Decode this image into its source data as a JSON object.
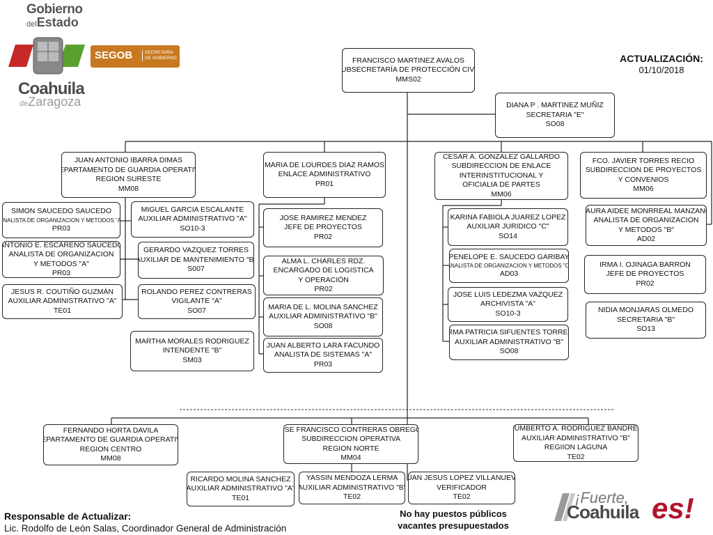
{
  "logo": {
    "gobierno_line1": "Gobierno",
    "gobierno_del": "del",
    "gobierno_line2": "Estado",
    "segob": "SEGOB",
    "segob_sub1": "SECRETARÍA",
    "segob_sub2": "DE GOBIERNO",
    "state": "Coahuila",
    "state_de": "de",
    "state_sub": "Zaragoza"
  },
  "update": {
    "label": "ACTUALIZACIÓN:",
    "date": "01/10/2018"
  },
  "nodes": {
    "root": [
      "FRANCISCO  MARTINEZ AVALOS",
      "SUBSECRETARÍA DE  PROTECCIÓN CIVIL",
      "MMS02"
    ],
    "secretaria": [
      "DIANA  P . MARTINEZ MUÑIZ",
      "SECRETARIA \"E\"",
      "SO08"
    ],
    "guardia_sureste": [
      "JUAN ANTONIO IBARRA DIMAS",
      "DEPARTAMENTO DE GUARDIA OPERATIVA",
      "REGION SURESTE",
      "MM08"
    ],
    "enlace_admin": [
      "MARIA DE LOURDES DIAZ RAMOS",
      "ENLACE ADMINISTRATIVO",
      "PR01"
    ],
    "sub_enlace": [
      "CESAR A. GONZALEZ GALLARDO",
      "SUBDIRECCION  DE ENLACE",
      "INTERINSTITUCIONAL Y",
      "OFICIALIA DE PARTES",
      "MM06"
    ],
    "sub_proyectos": [
      "FCO. JAVIER TORRES RECIO",
      "SUBDIRECCION DE PROYECTOS",
      "Y CONVENIOS",
      "MM06"
    ],
    "simon": [
      "SIMON SAUCEDO SAUCEDO",
      "ANALISTA DE ORGANIZACION Y METODOS \"A\"",
      "PR03"
    ],
    "antonio": [
      "ANTONIO E.  ESCAREÑO SAUCEDO",
      "ANALISTA DE ORGANIZACION",
      "Y METODOS \"A\"",
      "PR03"
    ],
    "jesus": [
      "JESUS  R.  COUTIÑO GUZMÁN",
      "AUXILIAR ADMINISTRATIVO \"A\"",
      "TE01"
    ],
    "miguel": [
      "MIGUEL GARCIA ESCALANTE",
      "AUXILIAR ADMINISTRATIVO \"A\"",
      "SO10-3"
    ],
    "gerardo": [
      "GERARDO VAZQUEZ TORRES",
      "AUXILIAR DE MANTENIMIENTO \"B\"",
      "S007"
    ],
    "rolando": [
      "ROLANDO PEREZ CONTRERAS",
      "VIGILANTE \"A\"",
      "SO07"
    ],
    "martha": [
      "MARTHA MORALES RODRIGUEZ",
      "INTENDENTE \"B\"",
      "SM03"
    ],
    "jose_ramirez": [
      "JOSE RAMIREZ MENDEZ",
      "JEFE DE PROYECTOS",
      "PR02"
    ],
    "alma": [
      "ALMA L. CHARLES  RDZ.",
      "ENCARGADO DE LOGISTICA",
      "Y OPERACIÓN",
      "PR02"
    ],
    "maria_molina": [
      "MARIA DE L. MOLINA SANCHEZ",
      "AUXILIAR ADMINISTRATIVO \"B\"",
      "SO08"
    ],
    "juan_lara": [
      "JUAN ALBERTO LARA FACUNDO",
      "ANALISTA DE SISTEMAS \"A\"",
      "PR03"
    ],
    "karina": [
      "KARINA FABIOLA JUAREZ LOPEZ",
      "AUXILIAR JURIDICO \"C\"",
      "SO14"
    ],
    "penelope": [
      "PENELOPE E. SAUCEDO GARIBAY",
      "ANALISTA DE ORGANIZACION Y METODOS \"C\"",
      "AD03"
    ],
    "jose_ledezma": [
      "JOSE LUIS LEDEZMA VAZQUEZ",
      "ARCHIVISTA \"A\"",
      "SO10-3"
    ],
    "irma_torres": [
      "IRMA PATRICIA SIFUENTES TORRES",
      "AUXILIAR ADMINISTRATIVO \"B\"",
      "SO08"
    ],
    "laura": [
      "LAURA AIDEE MONRREAL MANZANO",
      "ANALISTA DE ORGANIZACION",
      "Y METODOS \"B\"",
      "AD02"
    ],
    "irma_barron": [
      "IRMA I. OJINAGA BARRON",
      "JEFE DE PROYECTOS",
      "PR02"
    ],
    "nidia": [
      "NIDIA MONJARAS OLMEDO",
      "SECRETARIA \"B\"",
      "SO13"
    ],
    "fernando": [
      "FERNANDO HORTA DAVILA",
      "DEPARTAMENTO DE GUARDIA OPERATIVA",
      "REGION CENTRO",
      "MM08"
    ],
    "sub_operativa": [
      "JOSE FRANCISCO CONTRERAS OBREGON",
      "SUBDIRECCION  OPERATIVA",
      "REGION NORTE",
      "MM04"
    ],
    "humberto": [
      "HUMBERTO A. RODRIGUEZ BANDRES",
      "AUXILIAR ADMINISTRATIVO \"B\"",
      "REGIION LAGUNA",
      "TE02"
    ],
    "ricardo": [
      "RICARDO MOLINA SANCHEZ",
      "AUXILIAR ADMINISTRATIVO \"A\"",
      "TE01"
    ],
    "yassin": [
      "YASSIN MENDOZA LERMA",
      "AUXILIAR ADMINISTRATIVO \"B\"",
      "TE02"
    ],
    "juan_villanueva": [
      "JUAN JESUS LOPEZ VILLANUEVA",
      "VERIFICADOR",
      "TE02"
    ]
  },
  "footer": {
    "resp_label": "Responsable de Actualizar:",
    "resp_name": "Lic. Rodolfo de León Salas, Coordinador  General de  Administración",
    "no_public_1": "No hay puestos públicos",
    "no_public_2": "vacantes presupuestados",
    "slogan_1": "¡Fuerte,",
    "slogan_2": "Coahuila",
    "slogan_3": "es!"
  },
  "colors": {
    "segob": "#c8791f",
    "slogan_red": "#b0152b",
    "line": "#222222"
  }
}
